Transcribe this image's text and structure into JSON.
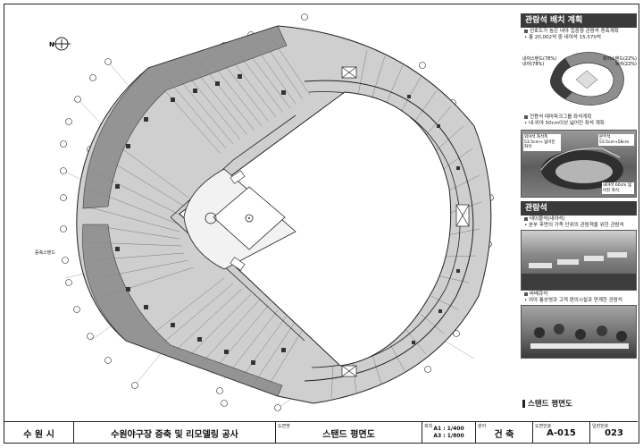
{
  "side_panel": {
    "seat_layout": {
      "heading": "관람석 배치 계획",
      "note1_line1": "선호도가 높은 내야 집중형 관람석 증축계획",
      "note1_line2": "총 20,002석 중 내야석 15,570석",
      "infield_label": "내야스탠드(78%)",
      "infield_sub": "내야(78%)",
      "outfield_label": "외야스탠드(22%)",
      "outfield_sub": "외야(22%)",
      "note2_line1": "전용석 테마파크그룹 좌석계획",
      "note2_line2": "내·외야 50cm이상 넓어진 좌석 계획",
      "photo_label_left": "외야석 좌석폭 53.5cm→ 넓어진 좌석",
      "photo_label_right": "본부석 53.5cm→58cm",
      "photo_label_bottom": "내야석 60cm 넓어진 좌석"
    },
    "stands": {
      "heading": "관람석",
      "note1_line1": "테이블석(내야석)",
      "note1_line2": "본부 후면의 가족 단위의 관람객을 위한 관람석",
      "note2_line1": "바베큐석",
      "note2_line2": "외야 통상영과 고객 편의시설과 연계한 관람석"
    },
    "bottom_title": "스탠드 평면도"
  },
  "plan": {
    "left_side_label": "증축스탠드"
  },
  "title_block": {
    "client": "수 원 시",
    "project": "수원야구장 증축 및 리모델링 공사",
    "drawing_label": "도면명",
    "drawing_name": "스탠드 평면도",
    "scale_label": "축척",
    "scale_a1": "A1 : 1/400",
    "scale_a3": "A3 : 1/800",
    "discipline_label": "분야",
    "discipline": "건  축",
    "drawing_no_label": "도면번호",
    "drawing_no": "A-015",
    "serial_label": "일련번호",
    "serial": "023"
  },
  "colors": {
    "dark": "#3a3a3a",
    "stand": "#bdbdbd",
    "stand_dark": "#6d6d6d",
    "field": "#ffffff"
  }
}
